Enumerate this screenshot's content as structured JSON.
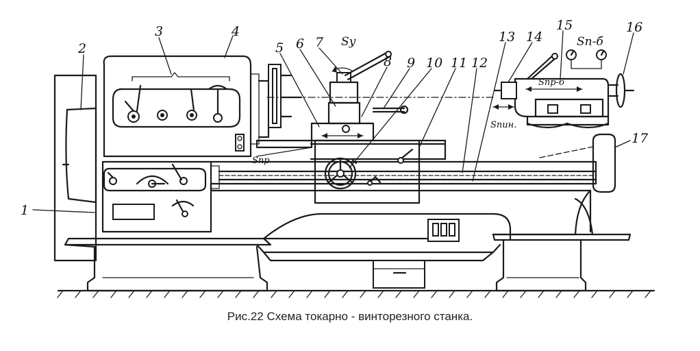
{
  "diagram": {
    "part_numbers": [
      "1",
      "2",
      "3",
      "4",
      "5",
      "6",
      "7",
      "8",
      "9",
      "10",
      "11",
      "12",
      "13",
      "14",
      "15",
      "16",
      "17"
    ],
    "motion_labels": {
      "s_y": "Sy",
      "s_pb": "Sп-б",
      "s_prb": "Sпр-б",
      "s_pr": "Sпр",
      "s_pin": "Sпин."
    }
  },
  "caption": "Рис.22 Схема токарно - винторезного станка."
}
